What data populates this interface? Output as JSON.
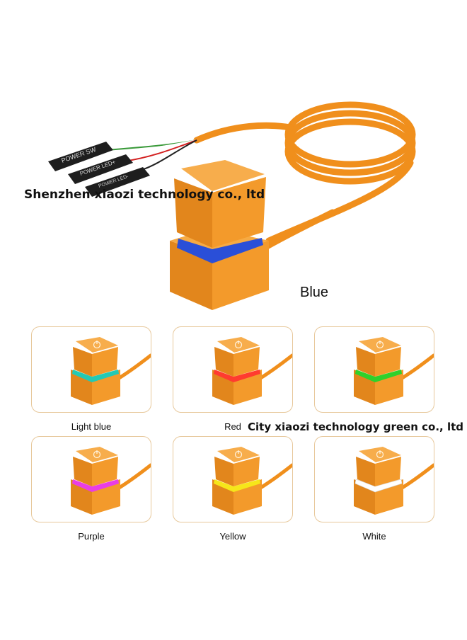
{
  "connectors": {
    "sw_label": "POWER SW",
    "led_plus_label": "POWER LED+",
    "led_minus_label": "POWER LED-"
  },
  "watermarks": {
    "top": "Shenzhen xiaozi technology co., ltd",
    "middle": "City xiaozi technology green co., ltd"
  },
  "hero": {
    "label": "Blue",
    "glow_color": "#2a4fd8"
  },
  "variants": [
    {
      "label": "Light blue",
      "glow_color": "#23c9b4"
    },
    {
      "label": "Red",
      "glow_color": "#ff3b2f"
    },
    {
      "label": "",
      "glow_color": "#2fd12b"
    },
    {
      "label": "Purple",
      "glow_color": "#e93de4"
    },
    {
      "label": "Yellow",
      "glow_color": "#f6e61a"
    },
    {
      "label": "White",
      "glow_color": "#ffffff"
    }
  ],
  "colors": {
    "orange": "#f39a2b",
    "card_border": "#e7c89b"
  }
}
